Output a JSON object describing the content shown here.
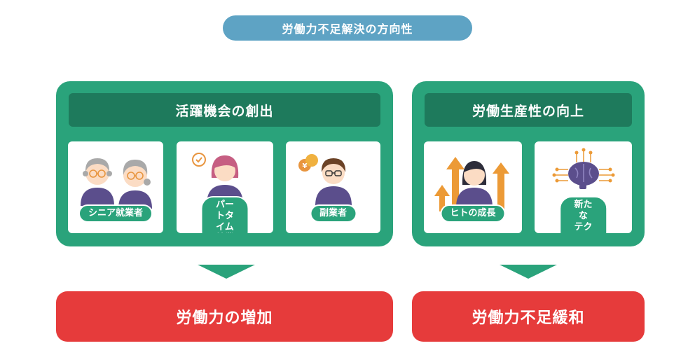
{
  "title": "労働力不足解決の方向性",
  "left_panel": {
    "header": "活躍機会の創出",
    "cards": [
      {
        "label": "シニア就業者",
        "icon": "senior-couple-icon"
      },
      {
        "label": "パートタイム\n就業者",
        "icon": "part-time-worker-icon"
      },
      {
        "label": "副業者",
        "icon": "side-job-worker-icon"
      }
    ]
  },
  "right_panel": {
    "header": "労働生産性の向上",
    "cards": [
      {
        "label": "ヒトの成長",
        "icon": "growth-person-icon"
      },
      {
        "label": "新たな\nテクノロジー",
        "icon": "ai-brain-icon"
      }
    ]
  },
  "results": {
    "left": "労働力の増加",
    "right": "労働力不足緩和"
  },
  "colors": {
    "title_pill": "#5ea3c4",
    "panel": "#2aa37b",
    "panel_header": "#1e7a5c",
    "result": "#e63b3b",
    "shirt": "#5b4e8c",
    "skin": "#fbdcc4",
    "growth_arrow": "#ec9a36"
  }
}
